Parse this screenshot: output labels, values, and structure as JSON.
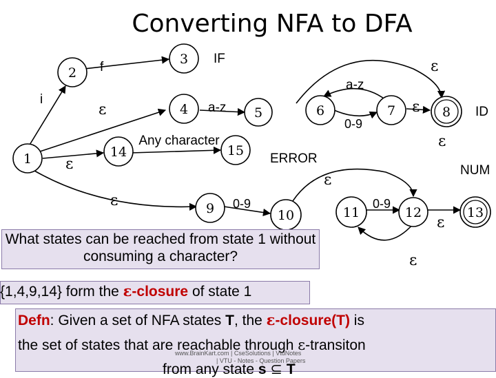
{
  "title": "Converting NFA to DFA",
  "states": [
    "1",
    "2",
    "3",
    "4",
    "5",
    "6",
    "7",
    "8",
    "9",
    "10",
    "11",
    "12",
    "13",
    "14",
    "15"
  ],
  "edge_labels": {
    "i": "i",
    "f": "f",
    "eps": "ε",
    "az": "a-z",
    "digits": "0-9",
    "any_character": "Any character"
  },
  "tokens": {
    "if": "IF",
    "id": "ID",
    "error": "ERROR",
    "num": "NUM"
  },
  "question": "What states can be reached from state 1 without consuming a character?",
  "closure": {
    "set": "{1,4,9,14}",
    "mid": " form the ",
    "eps": "ε",
    "term": "-closure",
    "tail": " of state 1"
  },
  "definition": {
    "label": "Defn",
    "p1": ": Given a set of NFA states ",
    "T": "T",
    "p2": ", the ",
    "eps": "ε",
    "term": "-closure(T)",
    "p3": " is",
    "line2a": "the set of states that are reachable through ",
    "line2b": "-transiton",
    "line3a": "from any state ",
    "s": "s",
    "line3b": " ⊆ ",
    "line3c": "T"
  },
  "watermark": {
    "line1": "www.BrainKart.com | CseSolutions | VtuNotes",
    "line2": "| VTU - Notes - Question Papers"
  },
  "colors": {
    "accent_red": "#c00000",
    "highlight_fill": "#e6e0ee"
  }
}
